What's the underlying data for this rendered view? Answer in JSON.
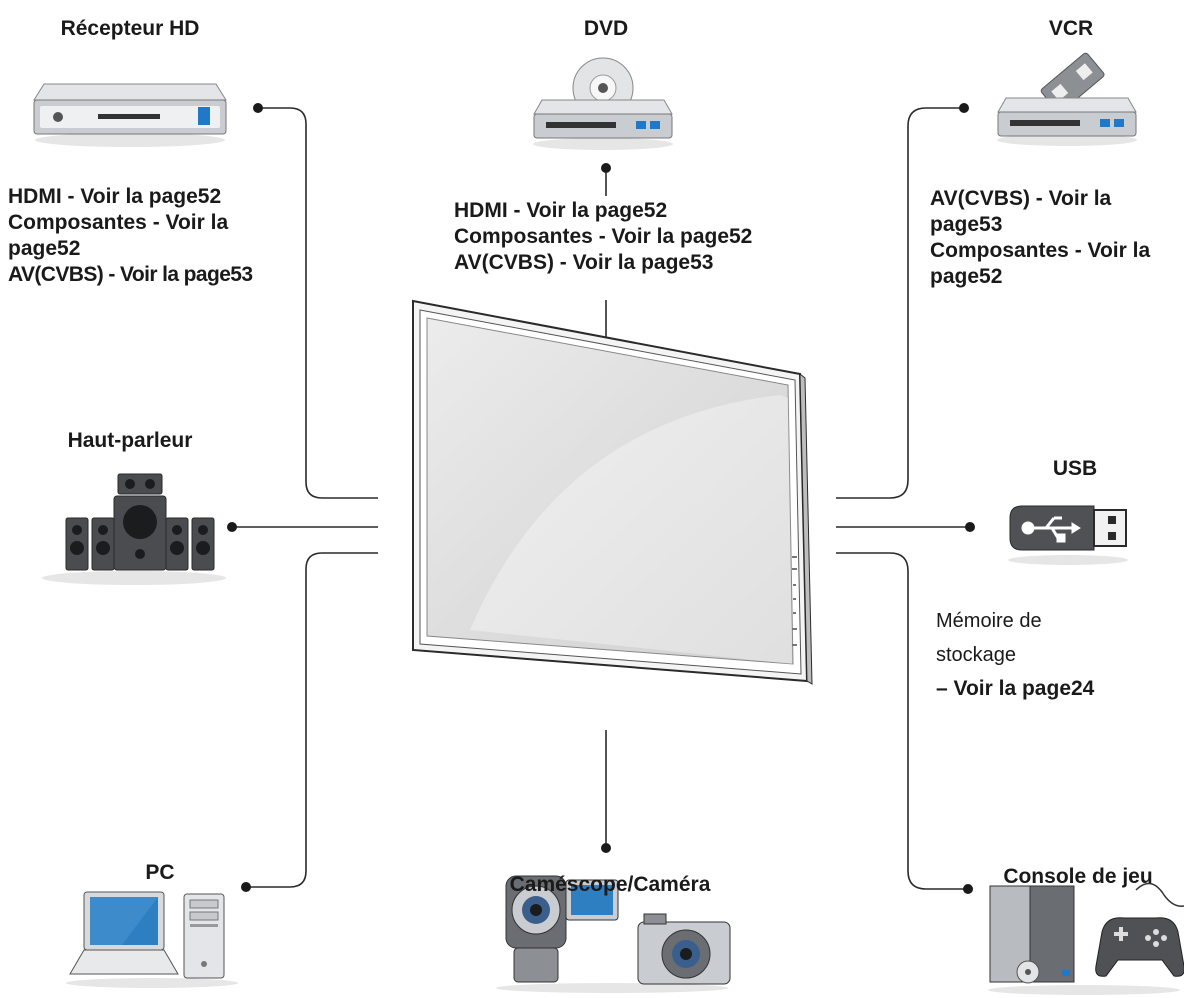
{
  "devices": {
    "hd_receiver": {
      "title": "Récepteur HD",
      "lines": [
        "HDMI - Voir la page52",
        "Composantes - Voir la",
        "page52",
        "AV(CVBS) - Voir la page53"
      ]
    },
    "dvd": {
      "title": "DVD",
      "lines": [
        "HDMI - Voir la page52",
        "Composantes - Voir la page52",
        "AV(CVBS) - Voir la page53"
      ]
    },
    "vcr": {
      "title": "VCR",
      "lines": [
        "AV(CVBS) - Voir la",
        "page53",
        "Composantes - Voir la",
        "page52"
      ]
    },
    "speaker": {
      "title": "Haut-parleur"
    },
    "usb": {
      "title": "USB",
      "lines": [
        "Mémoire de",
        "stockage",
        "– Voir la page24"
      ]
    },
    "pc": {
      "title": "PC"
    },
    "camcorder": {
      "title": "Caméscope/Caméra"
    },
    "console": {
      "title": "Console de jeu"
    }
  },
  "colors": {
    "wire": "#2a2a2a",
    "label": "#1a1a1a",
    "device_body": "#c9ccd1",
    "screen": "#2e7fc1",
    "led_blue": "#1f78c8"
  }
}
